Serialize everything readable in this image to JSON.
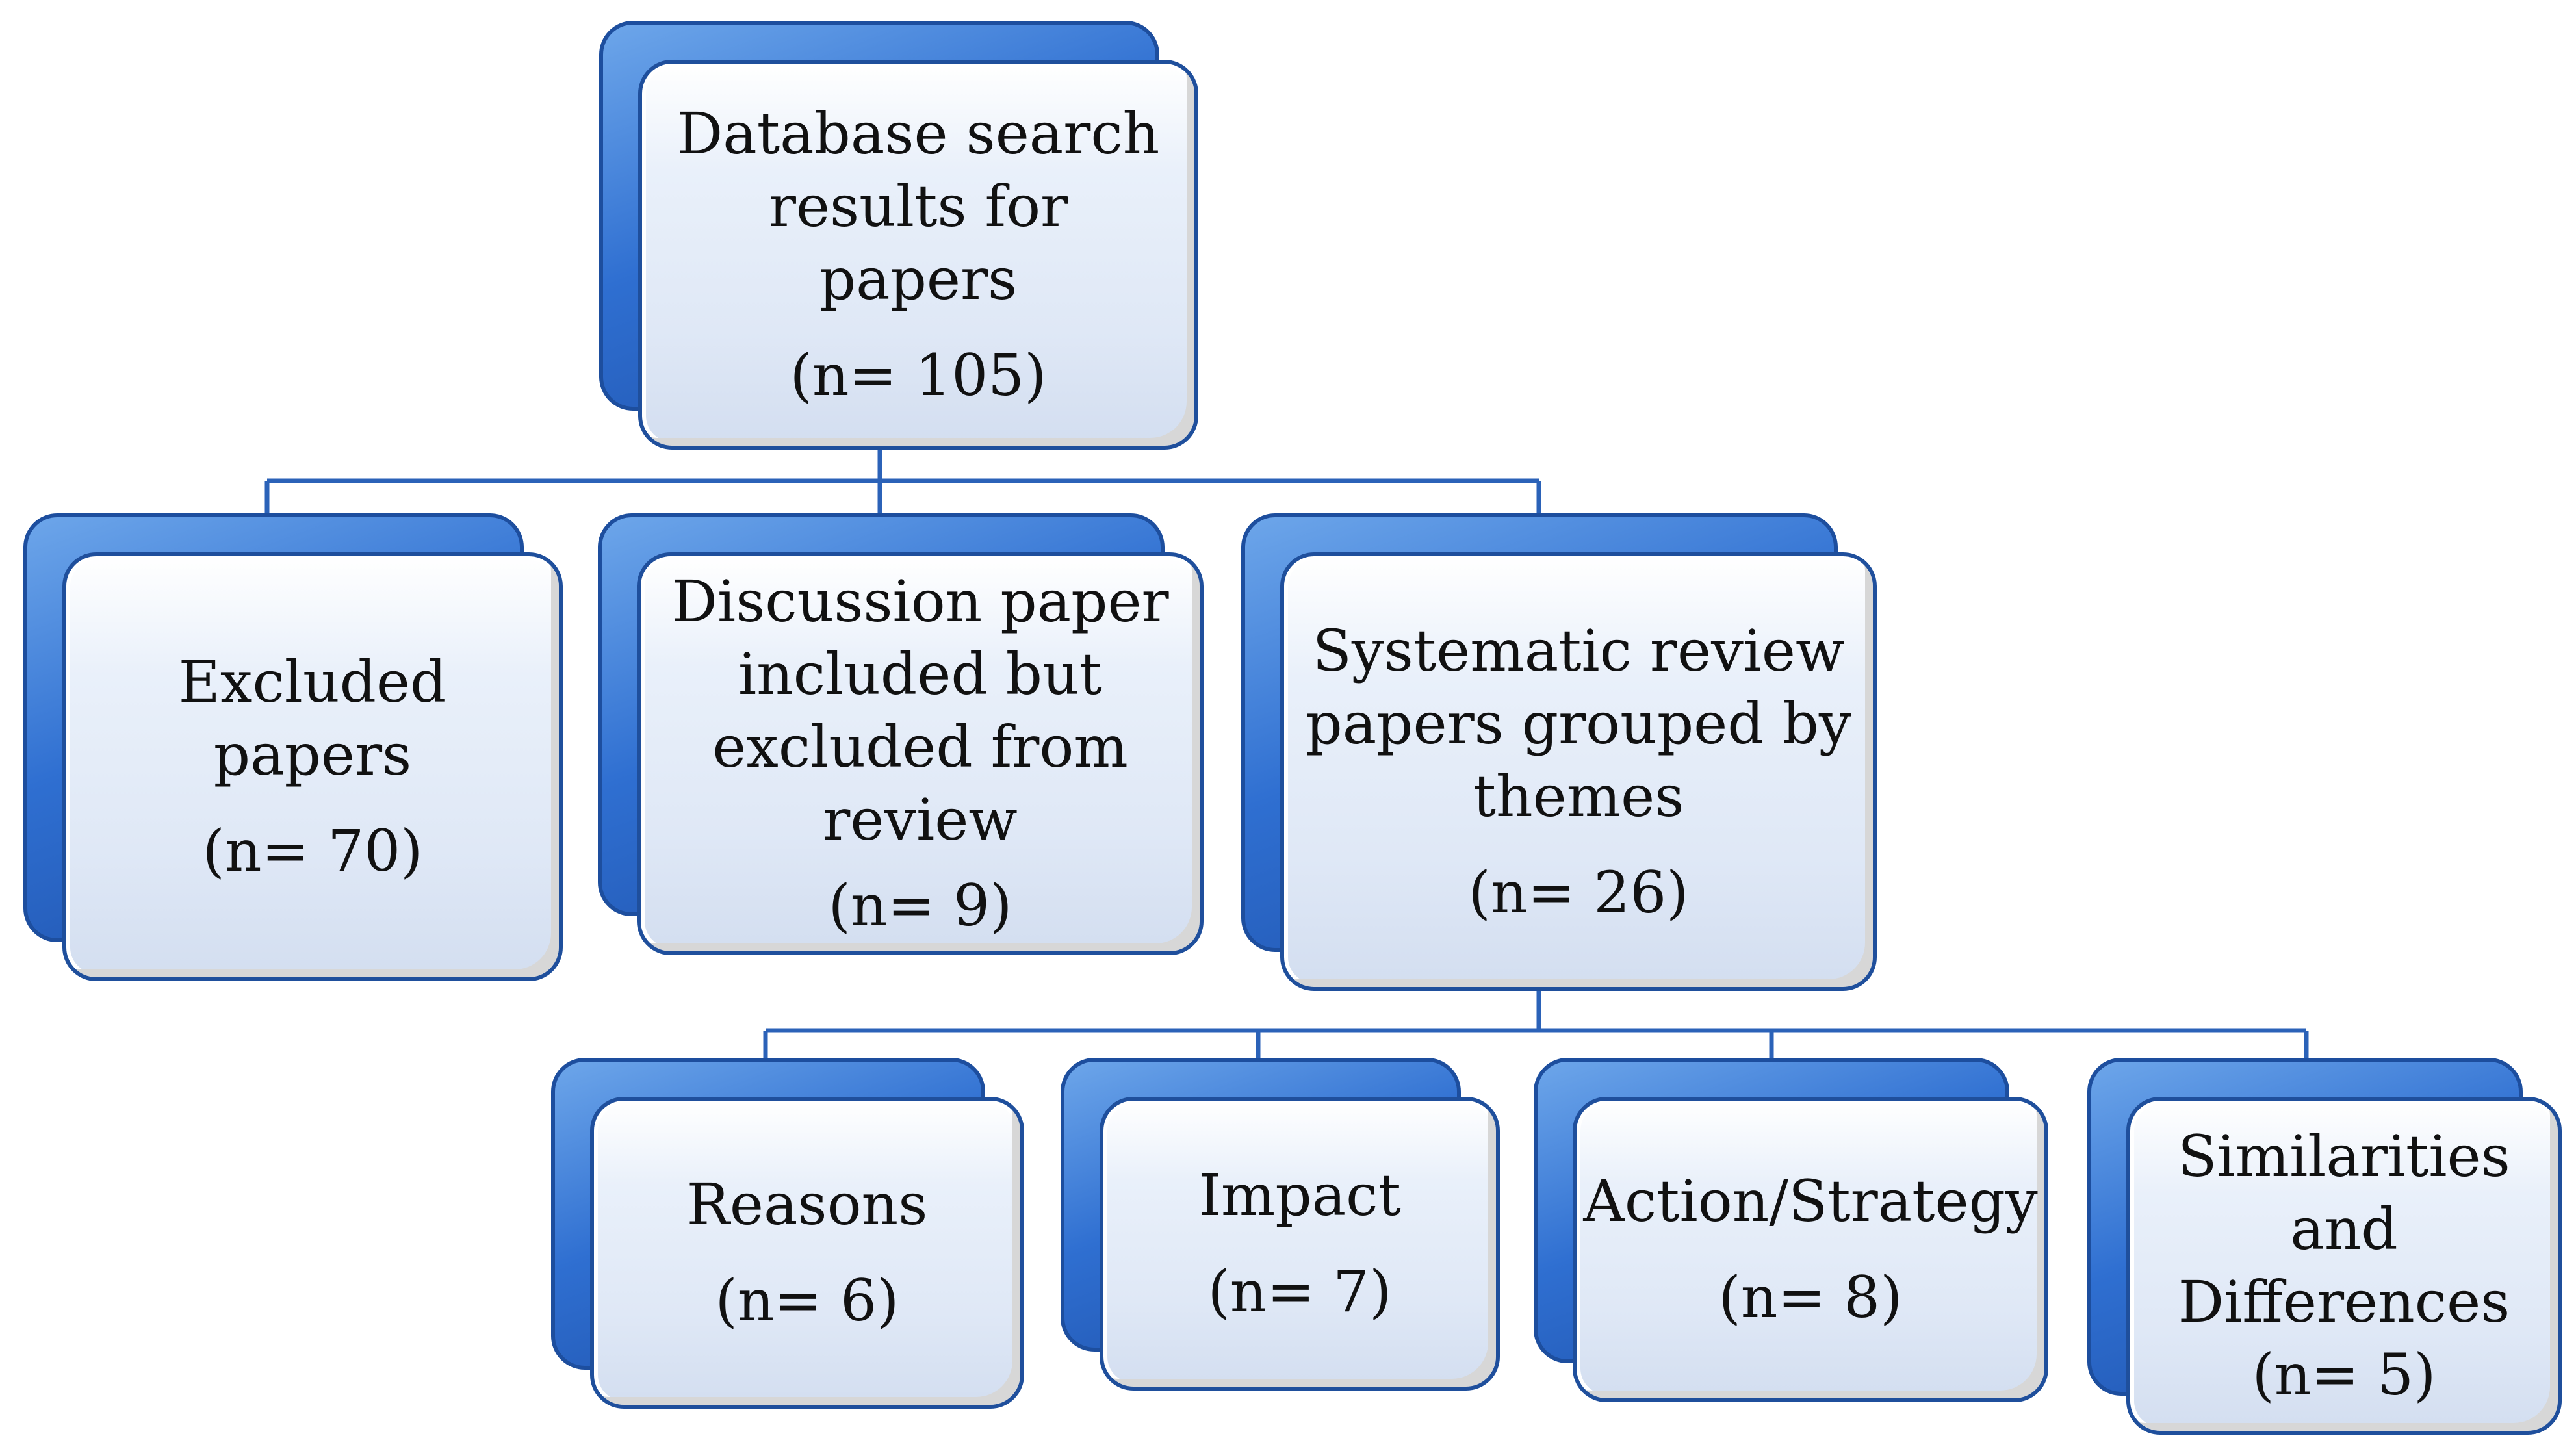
{
  "nodes": {
    "root": {
      "label": "Database search\nresults for papers",
      "count": "(n= 105)"
    },
    "excluded": {
      "label": "Excluded\npapers",
      "count": "(n= 70)"
    },
    "discussion": {
      "label": "Discussion paper\nincluded but\nexcluded from\nreview",
      "count": "(n= 9)"
    },
    "systematic": {
      "label": "Systematic review\npapers grouped by\nthemes",
      "count": "(n= 26)"
    },
    "reasons": {
      "label": "Reasons",
      "count": "(n= 6)"
    },
    "impact": {
      "label": "Impact",
      "count": "(n= 7)"
    },
    "action": {
      "label": "Action/Strategy",
      "count": "(n= 8)"
    },
    "similarities": {
      "label": "Similarities\nand\nDifferences",
      "count": "(n= 5)"
    }
  },
  "colors": {
    "connector": "#2b62b8",
    "box_back": "#2f6fd1",
    "box_front": "#e3ebf7",
    "box_border": "#1f4f9c"
  }
}
